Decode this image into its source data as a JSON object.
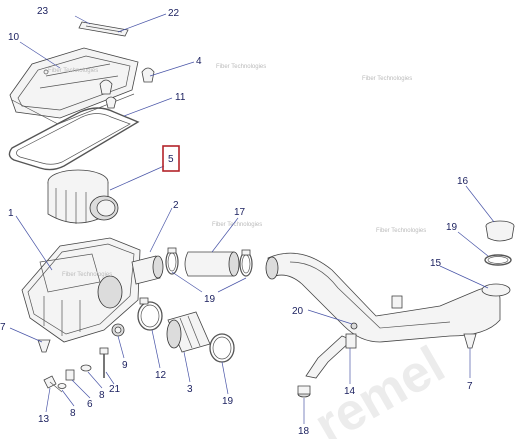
{
  "callouts": [
    {
      "id": "c23",
      "label": "23"
    },
    {
      "id": "c22",
      "label": "22"
    },
    {
      "id": "c10",
      "label": "10"
    },
    {
      "id": "c4",
      "label": "4"
    },
    {
      "id": "c11",
      "label": "11"
    },
    {
      "id": "c5",
      "label": "5"
    },
    {
      "id": "c1",
      "label": "1"
    },
    {
      "id": "c2",
      "label": "2"
    },
    {
      "id": "c17",
      "label": "17"
    },
    {
      "id": "c16",
      "label": "16"
    },
    {
      "id": "c19a",
      "label": "19"
    },
    {
      "id": "c15",
      "label": "15"
    },
    {
      "id": "c19b",
      "label": "19"
    },
    {
      "id": "c20",
      "label": "20"
    },
    {
      "id": "c7a",
      "label": "7"
    },
    {
      "id": "c9",
      "label": "9"
    },
    {
      "id": "c12",
      "label": "12"
    },
    {
      "id": "c3",
      "label": "3"
    },
    {
      "id": "c19c",
      "label": "19"
    },
    {
      "id": "c14",
      "label": "14"
    },
    {
      "id": "c7b",
      "label": "7"
    },
    {
      "id": "c21",
      "label": "21"
    },
    {
      "id": "c8a",
      "label": "8"
    },
    {
      "id": "c6",
      "label": "6"
    },
    {
      "id": "c8b",
      "label": "8"
    },
    {
      "id": "c13",
      "label": "13"
    },
    {
      "id": "c18",
      "label": "18"
    }
  ],
  "highlighted_callout": "5",
  "watermark_text": "Fiber Technologies",
  "colors": {
    "callout_text": "#1a1f5e",
    "leader_line": "#4a56a8",
    "highlight_box": "#b3232a",
    "part_stroke": "#444444"
  }
}
